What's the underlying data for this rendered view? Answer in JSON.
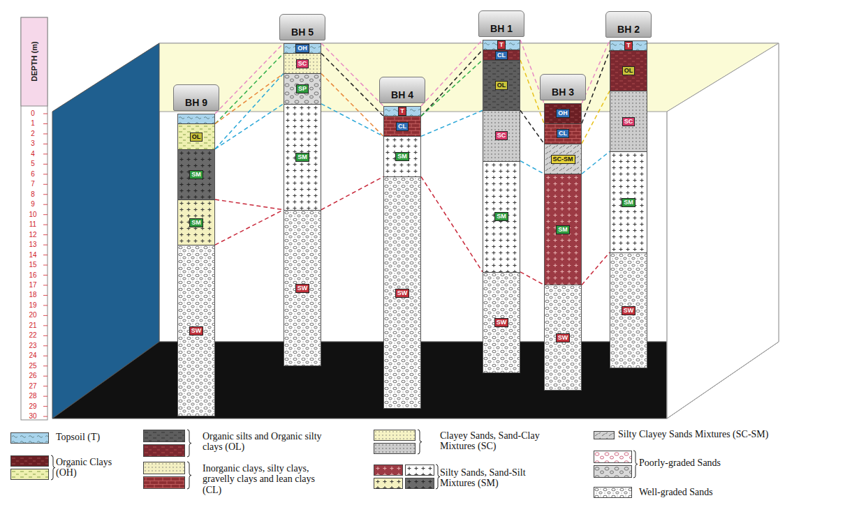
{
  "diagram": {
    "nodes": [
      {
        "text": [
          "BH 9"
        ]
      },
      {
        "text": [
          "OL"
        ],
        "in": 0
      },
      {
        "text": [
          "SM"
        ],
        "in": 0
      },
      {
        "text": [
          "SM"
        ],
        "in": 0
      },
      {
        "text": [
          "SW"
        ],
        "in": 0
      },
      {
        "text": [
          "BH 5"
        ]
      },
      {
        "text": [
          "OH"
        ],
        "in": 5
      },
      {
        "text": [
          "SC"
        ],
        "in": 5
      },
      {
        "text": [
          "SP"
        ],
        "in": 5
      },
      {
        "text": [
          "SM"
        ],
        "in": 5
      },
      {
        "text": [
          "SW"
        ],
        "in": 5
      },
      {
        "text": [
          "BH 4"
        ]
      },
      {
        "text": [
          "T"
        ],
        "in": 11
      },
      {
        "text": [
          "CL"
        ],
        "in": 11
      },
      {
        "text": [
          "SM"
        ],
        "in": 11
      },
      {
        "text": [
          "SW"
        ],
        "in": 11
      },
      {
        "text": [
          "BH 1"
        ]
      },
      {
        "text": [
          "T"
        ],
        "in": 16
      },
      {
        "text": [
          "CL"
        ],
        "in": 16
      },
      {
        "text": [
          "OL"
        ],
        "in": 16
      },
      {
        "text": [
          "SC"
        ],
        "in": 16
      },
      {
        "text": [
          "SM"
        ],
        "in": 16
      },
      {
        "text": [
          "SW"
        ],
        "in": 16
      },
      {
        "text": [
          "BH 3"
        ]
      },
      {
        "text": [
          "OH"
        ],
        "in": 23
      },
      {
        "text": [
          "CL"
        ],
        "in": 23
      },
      {
        "text": [
          "SC-SM"
        ],
        "in": 23
      },
      {
        "text": [
          "SM"
        ],
        "in": 23
      },
      {
        "text": [
          "SW"
        ],
        "in": 23
      },
      {
        "text": [
          "BH 2"
        ]
      },
      {
        "text": [
          "T"
        ],
        "in": 29
      },
      {
        "text": [
          "OL"
        ],
        "in": 29
      },
      {
        "text": [
          "SC"
        ],
        "in": 29
      },
      {
        "text": [
          "SM"
        ],
        "in": 29
      },
      {
        "text": [
          "SW"
        ],
        "in": 29
      }
    ],
    "labels": [
      "DEPTH (m)",
      "0",
      "1",
      "2",
      "3",
      "4",
      "5",
      "6",
      "7",
      "8",
      "9",
      "10",
      "11",
      "12",
      "13",
      "14",
      "15",
      "16",
      "17",
      "18",
      "19",
      "20",
      "21",
      "22",
      "23",
      "24",
      "25",
      "26",
      "27",
      "28",
      "29",
      "30"
    ],
    "legend": [
      {
        "text": "Topsoil (T)",
        "color": "#a9d4ec"
      },
      {
        "text": "Organic Clays (OH)",
        "color": "#6b1f24"
      },
      {
        "text": "Organic silts and Organic silty clays (OL)",
        "color": "#5e5e5e"
      },
      {
        "text": "Inorganic clays, silty clays, gravelly clays and lean clays (CL)",
        "color": "#f3efc2"
      },
      {
        "text": "Clayey Sands, Sand-Clay Mixtures (SC)",
        "color": "#f6f3c4"
      },
      {
        "text": "Silty Sands, Sand-Silt Mixtures (SM)",
        "color": "#9c3a44"
      },
      {
        "text": "Silty Clayey Sands Mixtures (SC-SM)",
        "color": "#d2d2d2"
      },
      {
        "text": "Poorly-graded Sands",
        "color": "#ffffff"
      },
      {
        "text": "Well-graded Sands",
        "color": "#ffffff"
      }
    ]
  }
}
